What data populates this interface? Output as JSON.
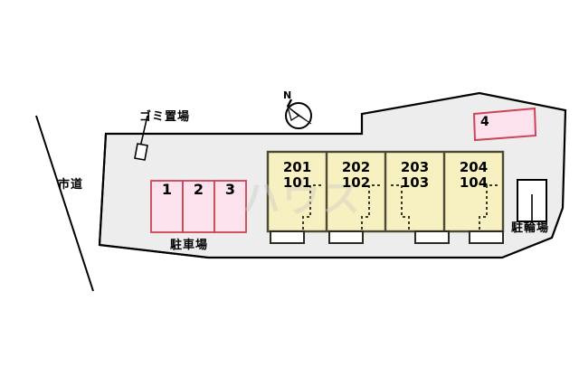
{
  "plan": {
    "type": "apartment-site-plan",
    "road_label": "市道",
    "trash_label": "ゴミ置場",
    "parking_label": "駐車場",
    "bicycle_label": "駐輪場",
    "compass_label": "N"
  },
  "colors": {
    "site_fill": "#ededed",
    "site_stroke": "#000000",
    "building_fill": "#f7f0c0",
    "building_stroke": "#4d4a33",
    "parking_fill": "#fbe2ec",
    "parking_stroke": "#cc4455",
    "white": "#ffffff",
    "text": "#000000"
  },
  "building": {
    "units": [
      {
        "upper": "201",
        "lower": "101"
      },
      {
        "upper": "202",
        "lower": "102"
      },
      {
        "upper": "203",
        "lower": "103"
      },
      {
        "upper": "204",
        "lower": "104"
      }
    ]
  },
  "parking_stalls": [
    {
      "number": "1"
    },
    {
      "number": "2"
    },
    {
      "number": "3"
    }
  ],
  "detached_stall": {
    "number": "4"
  },
  "watermark": {
    "text": "ハウス"
  }
}
